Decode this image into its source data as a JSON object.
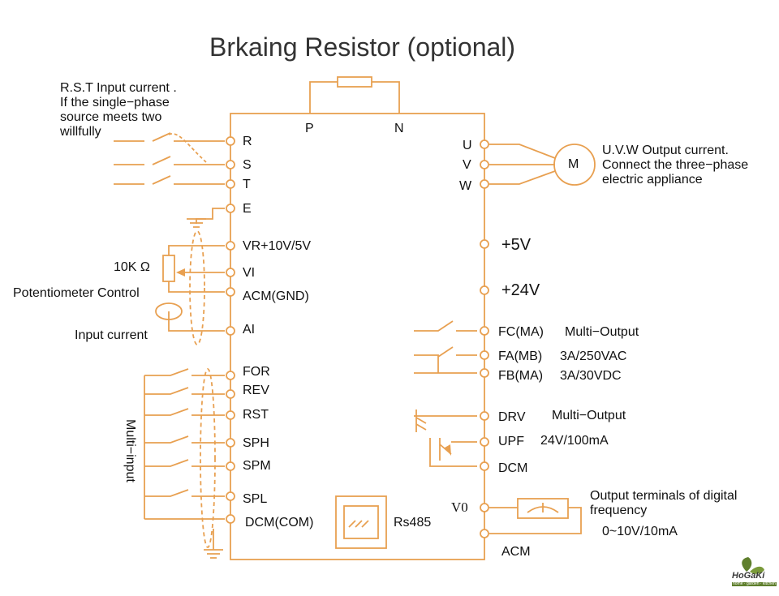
{
  "title": "Brkaing Resistor (optional)",
  "colors": {
    "wire": "#E8A051",
    "text": "#111111",
    "title": "#333333"
  },
  "top_terminals": {
    "p": "P",
    "n": "N"
  },
  "left_terminals": {
    "r": "R",
    "s": "S",
    "t": "T",
    "e": "E",
    "vr": "VR+10V/5V",
    "vi": "VI",
    "acm_gnd": "ACM(GND)",
    "ai": "AI",
    "for": "FOR",
    "rev": "REV",
    "rst": "RST",
    "sph": "SPH",
    "spm": "SPM",
    "spl": "SPL",
    "dcm_com": "DCM(COM)"
  },
  "right_terminals": {
    "u": "U",
    "v": "V",
    "w": "W",
    "p5v": "+5V",
    "p24v": "+24V",
    "fc": "FC(MA)",
    "fa": "FA(MB)",
    "fb": "FB(MA)",
    "drv": "DRV",
    "upf": "UPF",
    "dcm": "DCM",
    "v0": "V0",
    "acm": "ACM"
  },
  "labels": {
    "rst_input": "R.S.T Input current .\nIf the single−phase\nsource meets two\nwillfully",
    "motor": "M",
    "uvw_output": "U.V.W Output current.\nConnect the three−phase\nelectric appliance",
    "pot_value": "10K Ω",
    "pot_control": "Potentiometer Control",
    "input_current": "Input current",
    "multi_input": "Multi−input",
    "relay_multi_output": "Multi−Output",
    "relay_ac_rating": "3A/250VAC",
    "relay_dc_rating": "3A/30VDC",
    "oc_multi_output": "Multi−Output",
    "oc_rating": "24V/100mA",
    "freq_output": "Output terminals of digital\nfrequency",
    "freq_range": "0~10V/10mA",
    "rs485": "Rs485",
    "logo_text": "HoGaKi",
    "logo_tagline": "home · garden · kitchen"
  }
}
